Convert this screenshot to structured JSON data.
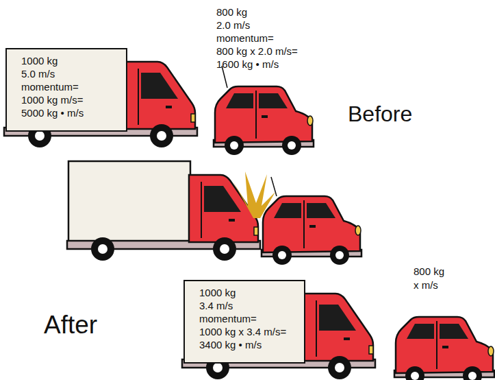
{
  "diagram": {
    "nodes": [
      {
        "text": [
          "1000 kg",
          "5.0 m/s",
          "momentum=",
          "1000 kg m/s=",
          "5000 kg • m/s"
        ]
      },
      {
        "text": [
          "1000 kg",
          "3.4 m/s",
          "momentum=",
          "1000 kg x 3.4 m/s=",
          "3400 kg • m/s"
        ]
      }
    ],
    "labels": [
      "800 kg",
      "2.0 m/s",
      "momentum=",
      "800 kg x 2.0 m/s=",
      "1600 kg • m/s",
      "Before",
      "After",
      "800 kg",
      "x m/s"
    ]
  }
}
